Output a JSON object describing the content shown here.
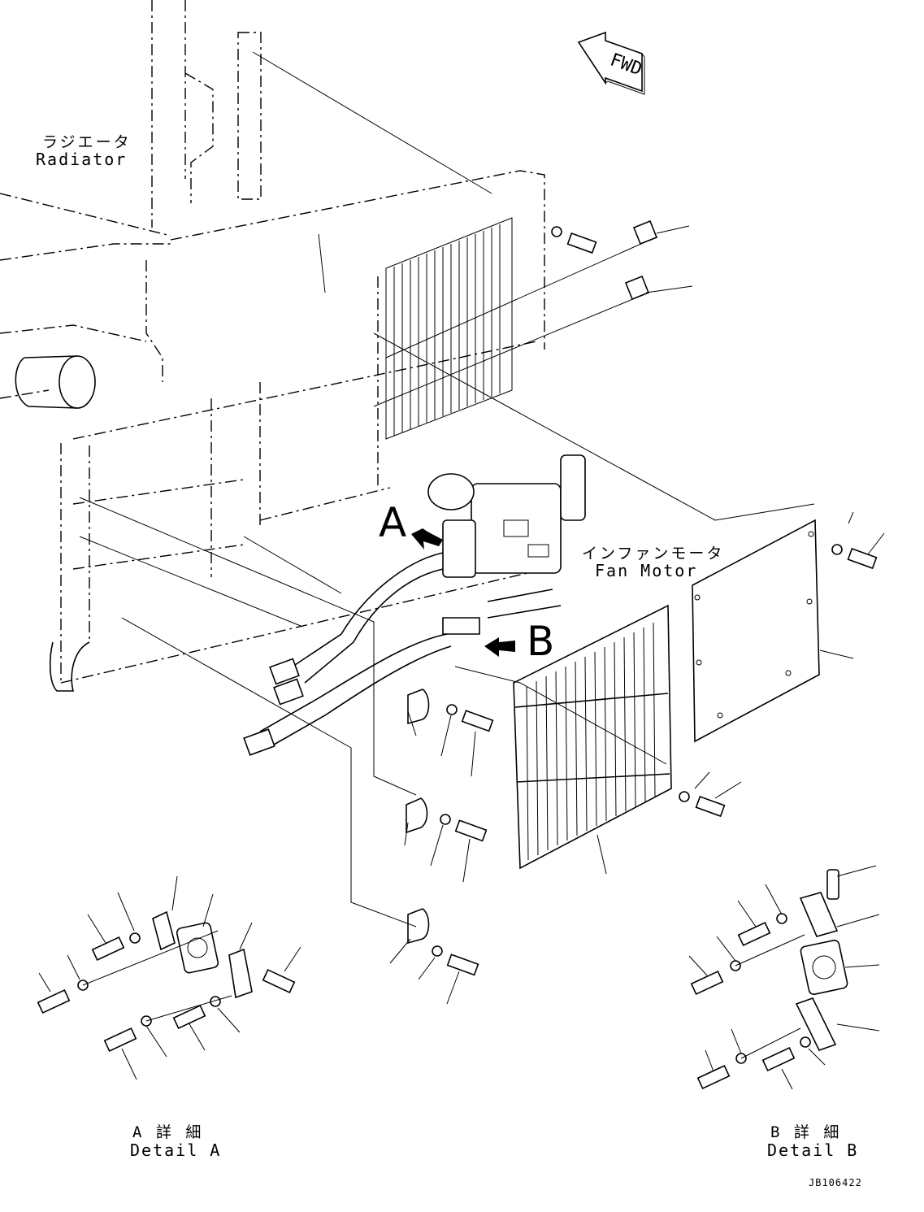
{
  "labels": {
    "fwd": "FWD",
    "radiator_jp": "ラジエータ",
    "radiator_en": "Radiator",
    "fan_motor_jp": "インファンモータ",
    "fan_motor_en": "Fan Motor",
    "callout_a": "A",
    "callout_b": "B",
    "detail_a_jp": "A 詳 細",
    "detail_a_en": "Detail A",
    "detail_b_jp": "B 詳 細",
    "detail_b_en": "Detail B",
    "drawing_number": "JB106422"
  },
  "colors": {
    "line": "#000000",
    "background": "#ffffff"
  },
  "icons": {
    "fwd_arrow": "fwd-arrow-icon",
    "callout_arrow": "block-arrow-icon"
  }
}
